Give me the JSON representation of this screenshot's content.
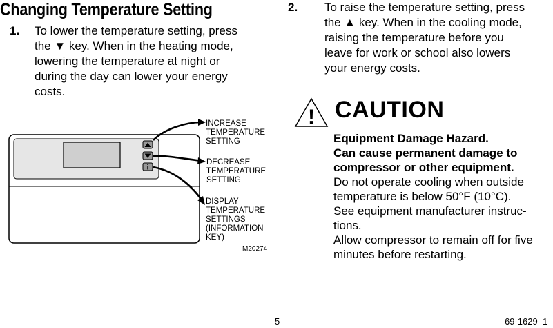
{
  "page_title": "Changing Temperature Setting",
  "step1": {
    "number": "1.",
    "lines": [
      "To lower the temperature setting, press",
      "the ▼ key. When in the heating mode,",
      "lowering the temperature at night or",
      "during the day can lower your energy",
      "costs."
    ]
  },
  "step2": {
    "number": "2.",
    "lines": [
      "To raise the temperature setting, press",
      "the ▲ key. When in the cooling mode,",
      "raising the temperature before you",
      "leave for work or school also lowers",
      "your energy costs."
    ]
  },
  "figure": {
    "labels": {
      "increase": [
        "INCREASE",
        "TEMPERATURE",
        "SETTING"
      ],
      "decrease": [
        "DECREASE",
        "TEMPERATURE",
        "SETTING"
      ],
      "display": [
        "DISPLAY",
        "TEMPERATURE",
        "SETTINGS",
        "(INFORMATION",
        "KEY)"
      ]
    },
    "model_number": "M20274",
    "info_key_glyph": "i"
  },
  "caution": {
    "title": "CAUTION",
    "symbol": "!",
    "bold_lines": [
      "Equipment Damage Hazard.",
      "Can cause permanent damage to",
      "compressor or other equipment."
    ],
    "lines": [
      "Do not operate cooling when outside",
      "temperature is below 50°F (10°C).",
      "See equipment manufacturer instruc-",
      "tions.",
      "Allow compressor to remain off for five",
      "minutes before restarting."
    ]
  },
  "footer": {
    "page_number": "5",
    "doc_number": "69-1629–1"
  }
}
